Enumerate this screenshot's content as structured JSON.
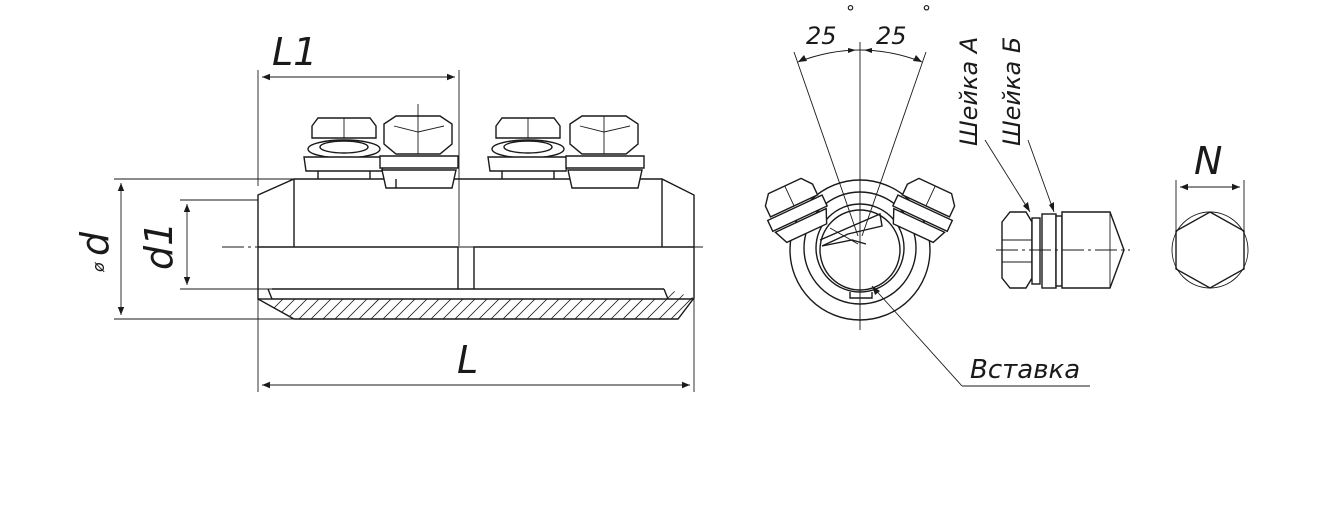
{
  "labels": {
    "L1": "L1",
    "d": "d",
    "phi": "ø",
    "d1": "d1",
    "L": "L",
    "angle_left": "25",
    "angle_right": "25",
    "degree": "°",
    "neck_a": "Шейка А",
    "neck_b": "Шейка Б",
    "insert": "Вставка",
    "N": "N"
  },
  "colors": {
    "line": "#1a1a1a",
    "background": "#ffffff"
  }
}
